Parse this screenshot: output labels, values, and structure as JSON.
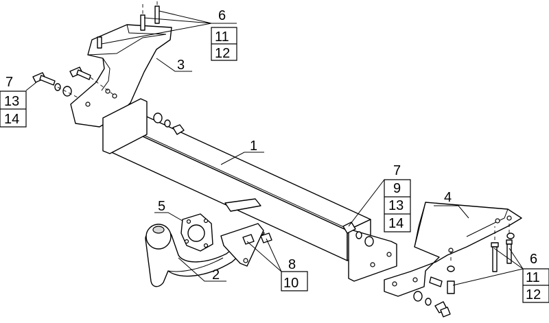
{
  "labels": {
    "main_beam": "1",
    "ball_neck": "2",
    "bracket_left": "3",
    "bracket_right": "4",
    "socket_plate": "5",
    "upper_left_group": [
      "6",
      "11",
      "12"
    ],
    "left_bolt_group": [
      "7",
      "13",
      "14"
    ],
    "mid_bolt_group": [
      "7",
      "9",
      "13",
      "14"
    ],
    "neck_bolt_group": [
      "8",
      "10"
    ],
    "right_bolt_group": [
      "6",
      "11",
      "12"
    ]
  }
}
